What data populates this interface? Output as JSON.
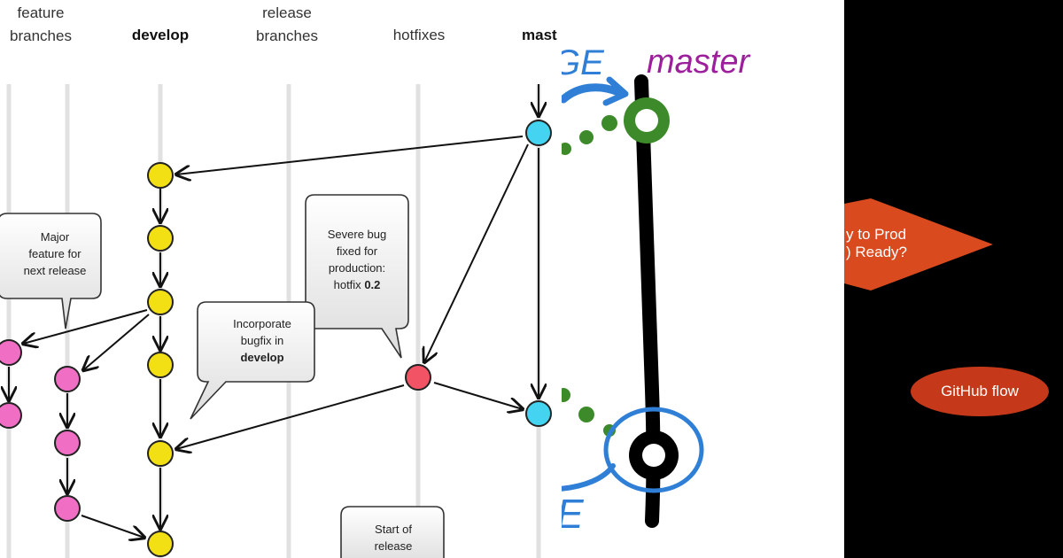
{
  "left_panel": {
    "columns": {
      "feature": "feature\nbranches",
      "develop": "develop",
      "release": "release\nbranches",
      "hotfixes": "hotfixes",
      "master": "mast"
    },
    "bubbles": {
      "major_feature": "Major\nfeature for\nnext release",
      "severe_bug": "Severe bug\nfixed for\nproduction:\nhotfix",
      "severe_bug_version": "0.2",
      "incorporate": "Incorporate\nbugfix in",
      "incorporate_target": "develop",
      "start_release": "Start of\nrelease"
    },
    "colors": {
      "develop_commit": "#f2e014",
      "feature_commit": "#f06ec4",
      "master_commit": "#44d3f0",
      "hotfix_commit": "#f25466"
    }
  },
  "middle_panel": {
    "master_label": "master",
    "top_partial": "GE",
    "bottom_partial": "E",
    "colors": {
      "master_label": "#9c1f9c",
      "branch_green": "#3c8a2a",
      "arrow_blue": "#2f7fd6"
    }
  },
  "right_panel": {
    "decision_text": "y to Prod\n) Ready?",
    "github_flow": "GitHub flow",
    "colors": {
      "shape_orange": "#d94b1f"
    }
  }
}
